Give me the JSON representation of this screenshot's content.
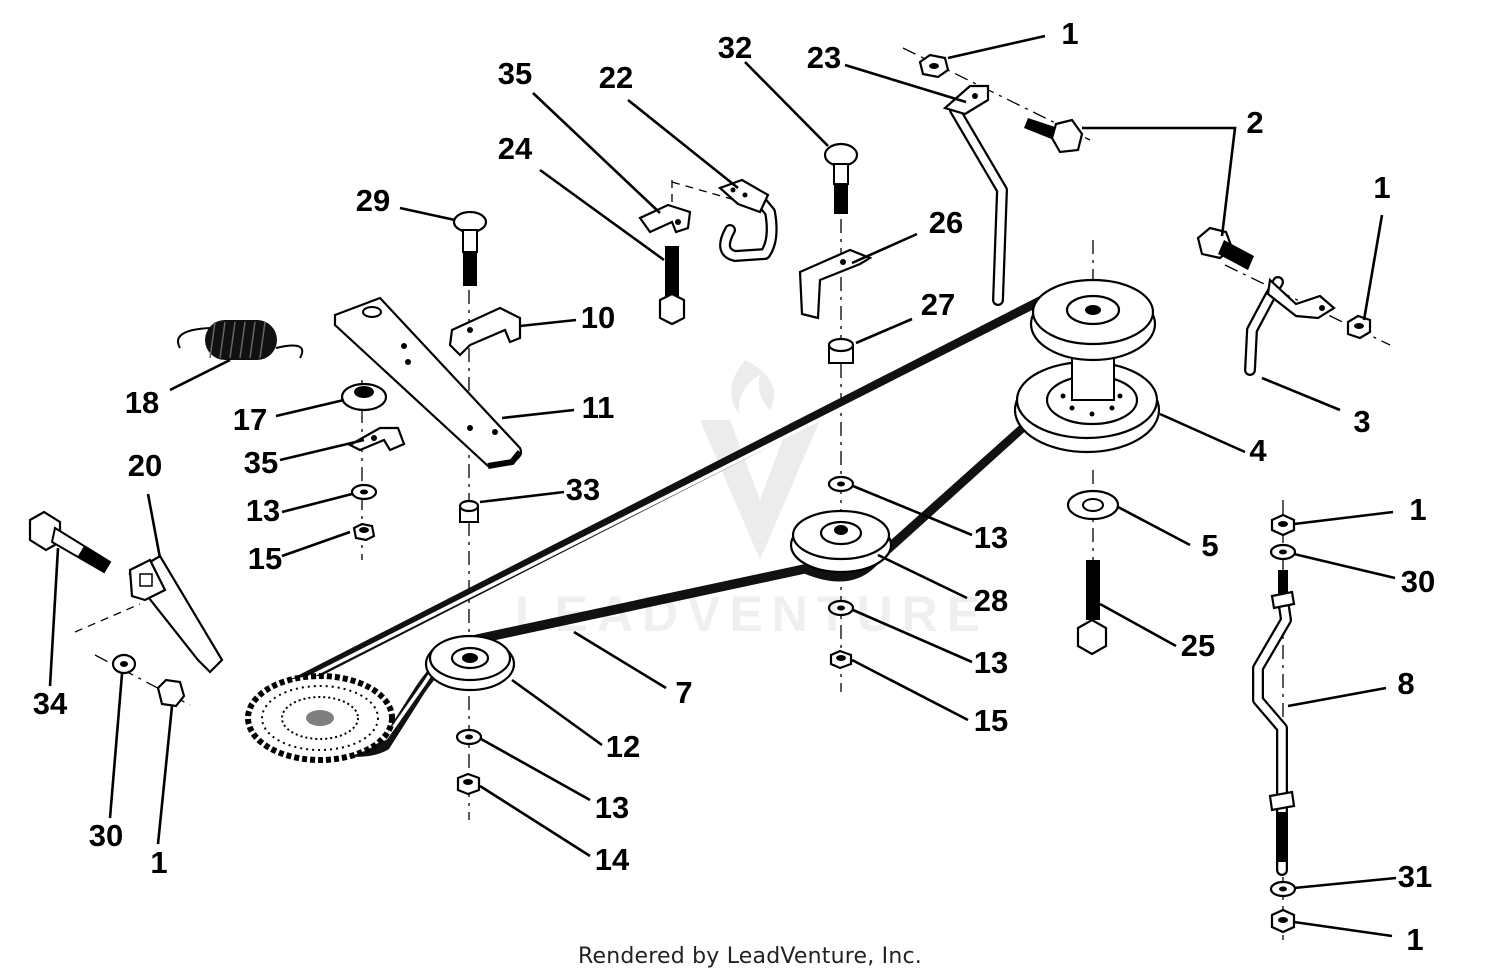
{
  "diagram": {
    "footer_credit": "Rendered by LeadVenture, Inc.",
    "watermark_text": "LEADVENTURE",
    "callouts": [
      "1",
      "23",
      "32",
      "22",
      "35",
      "24",
      "2",
      "1",
      "29",
      "26",
      "27",
      "10",
      "18",
      "17",
      "11",
      "3",
      "35",
      "13",
      "33",
      "20",
      "15",
      "4",
      "13",
      "5",
      "1",
      "30",
      "28",
      "25",
      "13",
      "7",
      "8",
      "15",
      "34",
      "12",
      "13",
      "30",
      "1",
      "14",
      "31",
      "1"
    ]
  }
}
